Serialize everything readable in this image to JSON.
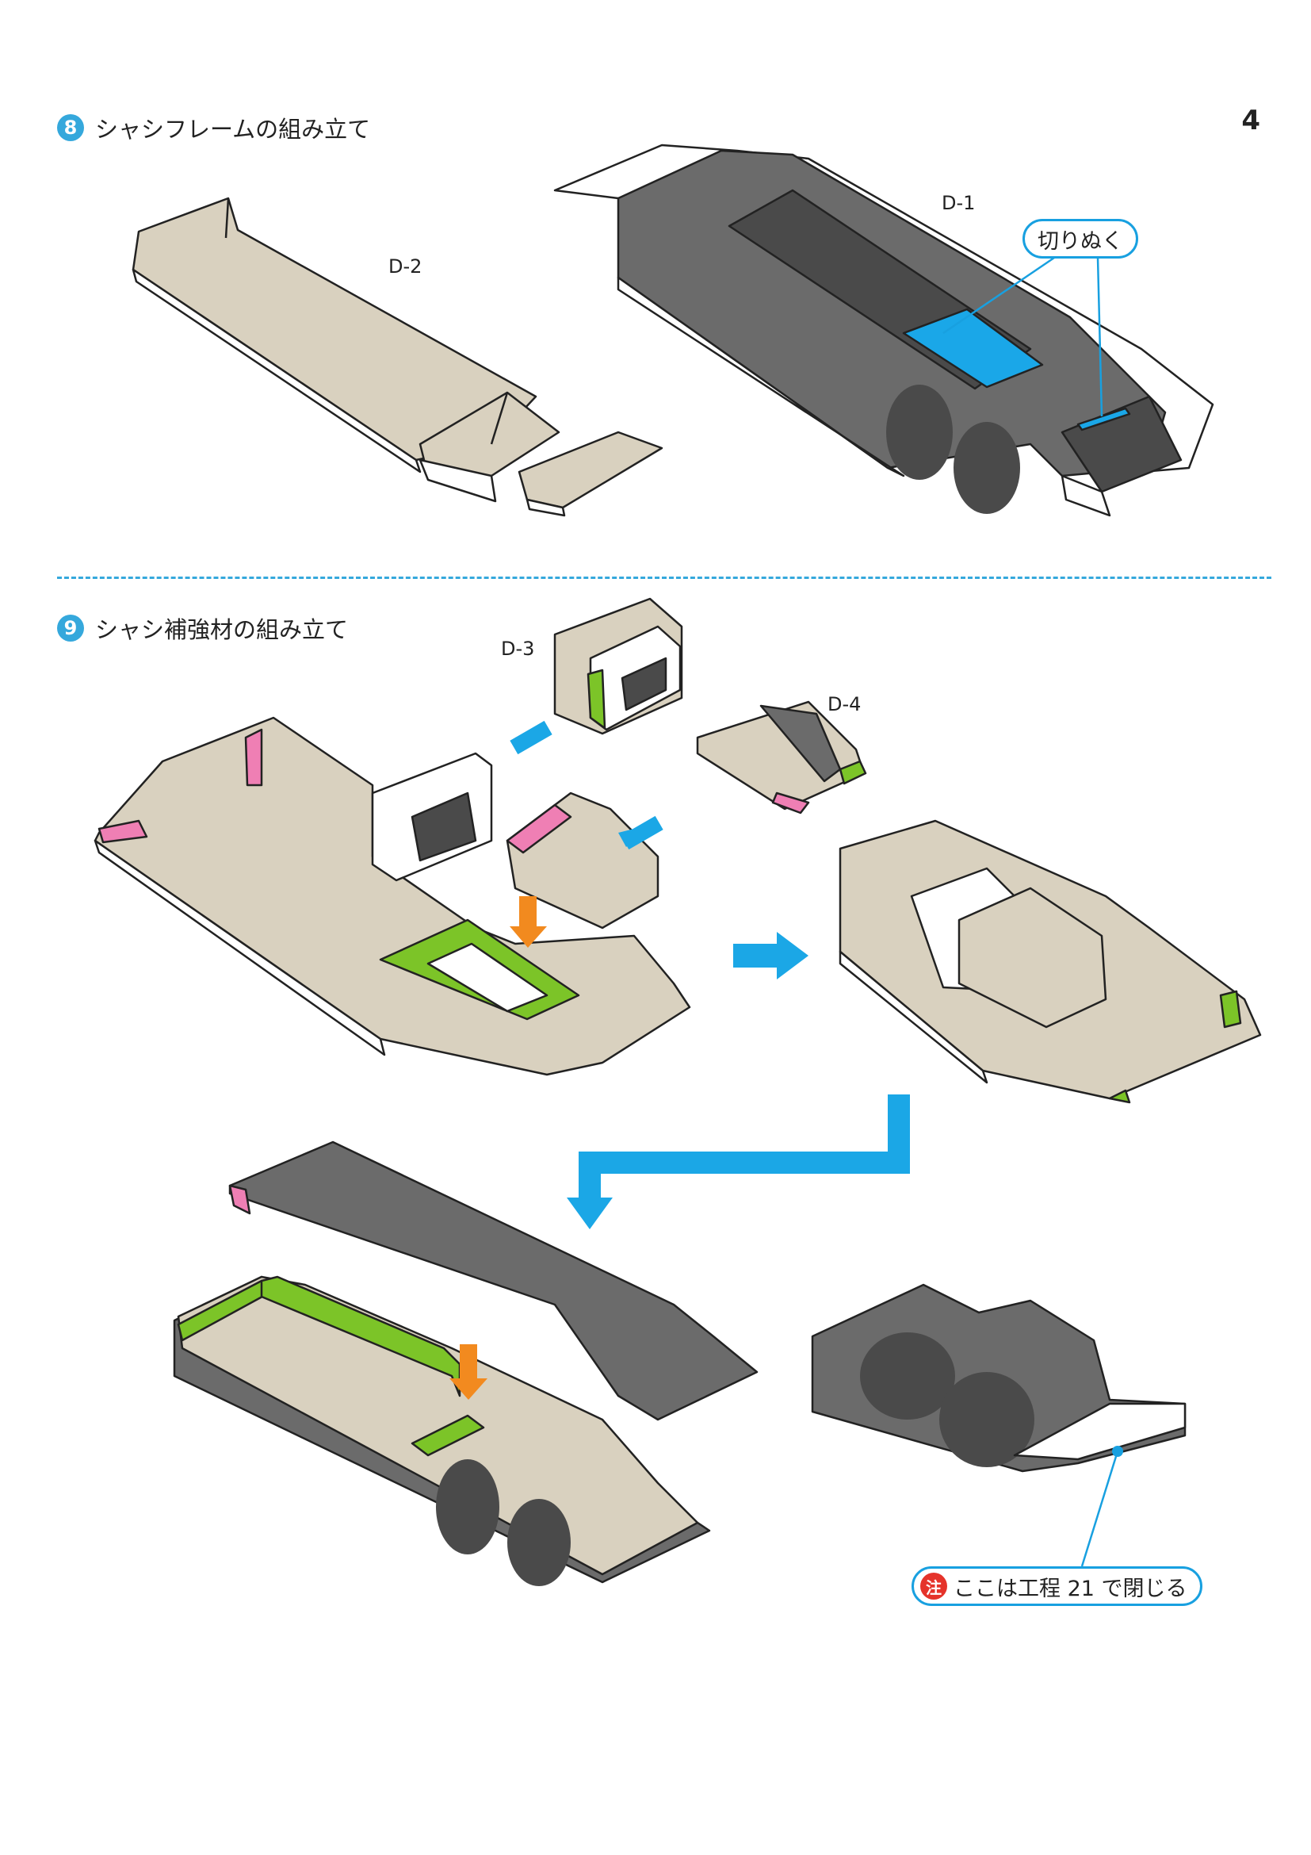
{
  "page_number": "4",
  "step8": {
    "number": "8",
    "title": "シャシフレームの組み立て"
  },
  "step9": {
    "number": "9",
    "title": "シャシ補強材の組み立て"
  },
  "parts": {
    "d1": "D-1",
    "d2": "D-2",
    "d3": "D-3",
    "d4": "D-4"
  },
  "callouts": {
    "cut_out": "切りぬく",
    "note_mark": "注",
    "note_text": "ここは工程 21 で閉じる"
  },
  "colors": {
    "beige": "#d9d1bf",
    "dark": "#6b6b6b",
    "darker": "#4a4a4a",
    "green": "#7cc428",
    "pink": "#ef7fb4",
    "blue_arrow": "#1ba7e6",
    "orange_arrow": "#f28a1f",
    "cut_blue": "#1aa7e8"
  }
}
